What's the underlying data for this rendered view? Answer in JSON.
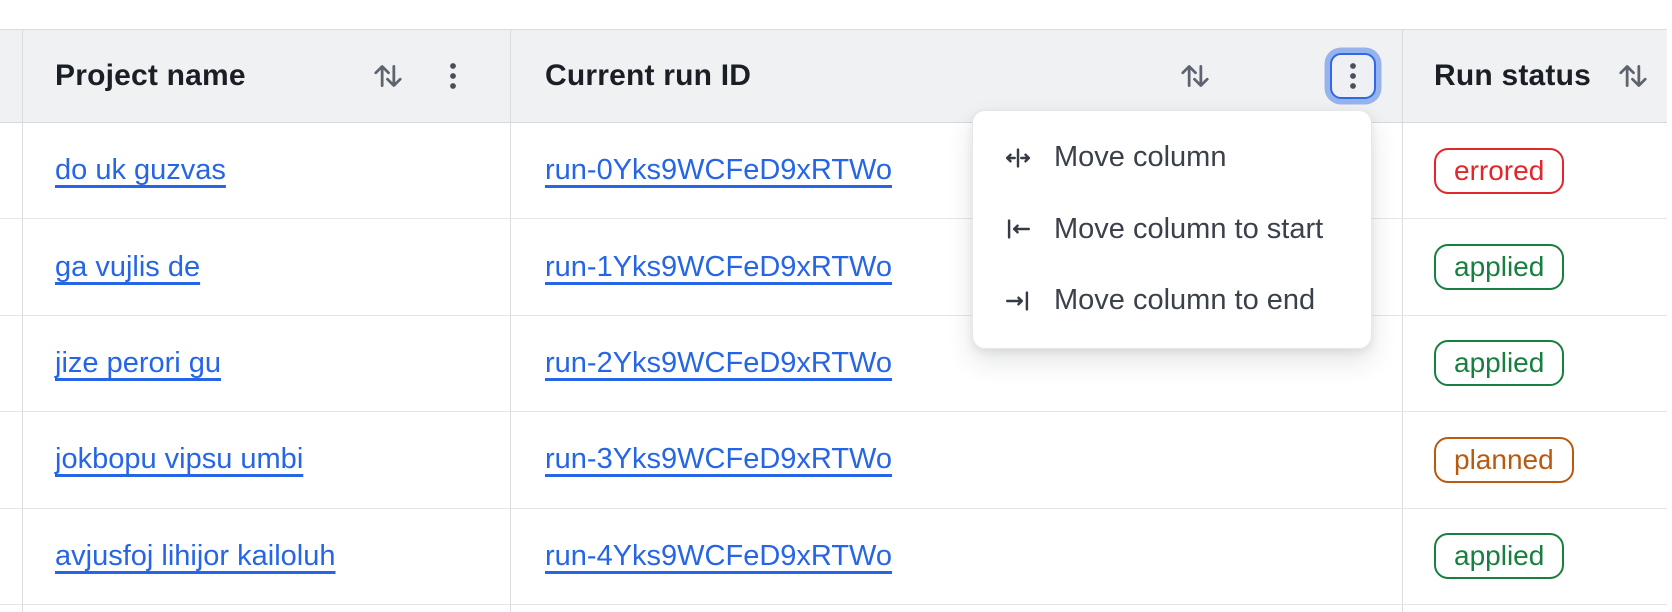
{
  "table": {
    "columns": [
      {
        "id": "gutter",
        "label": ""
      },
      {
        "id": "project-name",
        "label": "Project name"
      },
      {
        "id": "current-run-id",
        "label": "Current run ID"
      },
      {
        "id": "run-status",
        "label": "Run status"
      }
    ],
    "rows": [
      {
        "project": "do uk guzvas",
        "run_id": "run-0Yks9WCFeD9xRTWo",
        "status": "errored"
      },
      {
        "project": "ga vujlis de",
        "run_id": "run-1Yks9WCFeD9xRTWo",
        "status": "applied"
      },
      {
        "project": "jize perori gu",
        "run_id": "run-2Yks9WCFeD9xRTWo",
        "status": "applied"
      },
      {
        "project": "jokbopu vipsu umbi",
        "run_id": "run-3Yks9WCFeD9xRTWo",
        "status": "planned"
      },
      {
        "project": "avjusfoj lihijor kailoluh",
        "run_id": "run-4Yks9WCFeD9xRTWo",
        "status": "applied"
      }
    ],
    "status_colors": {
      "errored": "#e1262c",
      "applied": "#177f3f",
      "planned": "#b85a10"
    },
    "link_color": "#2565e6",
    "header_background": "#f0f1f3"
  },
  "menu": {
    "items": [
      {
        "icon": "move-column-icon",
        "label": "Move column"
      },
      {
        "icon": "move-column-to-start-icon",
        "label": "Move column to start"
      },
      {
        "icon": "move-column-to-end-icon",
        "label": "Move column to end"
      }
    ]
  }
}
